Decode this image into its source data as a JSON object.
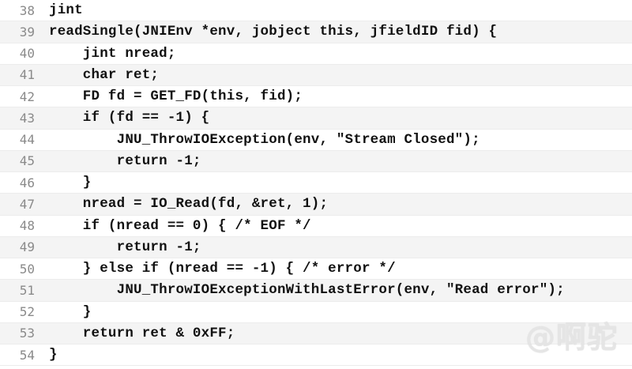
{
  "code": {
    "lines": [
      {
        "number": "38",
        "text": "jint"
      },
      {
        "number": "39",
        "text": "readSingle(JNIEnv *env, jobject this, jfieldID fid) {"
      },
      {
        "number": "40",
        "text": "    jint nread;"
      },
      {
        "number": "41",
        "text": "    char ret;"
      },
      {
        "number": "42",
        "text": "    FD fd = GET_FD(this, fid);"
      },
      {
        "number": "43",
        "text": "    if (fd == -1) {"
      },
      {
        "number": "44",
        "text": "        JNU_ThrowIOException(env, \"Stream Closed\");"
      },
      {
        "number": "45",
        "text": "        return -1;"
      },
      {
        "number": "46",
        "text": "    }"
      },
      {
        "number": "47",
        "text": "    nread = IO_Read(fd, &ret, 1);"
      },
      {
        "number": "48",
        "text": "    if (nread == 0) { /* EOF */"
      },
      {
        "number": "49",
        "text": "        return -1;"
      },
      {
        "number": "50",
        "text": "    } else if (nread == -1) { /* error */"
      },
      {
        "number": "51",
        "text": "        JNU_ThrowIOExceptionWithLastError(env, \"Read error\");"
      },
      {
        "number": "52",
        "text": "    }"
      },
      {
        "number": "53",
        "text": "    return ret & 0xFF;"
      },
      {
        "number": "54",
        "text": "}"
      }
    ]
  },
  "watermark": {
    "text": "@啊驼"
  }
}
